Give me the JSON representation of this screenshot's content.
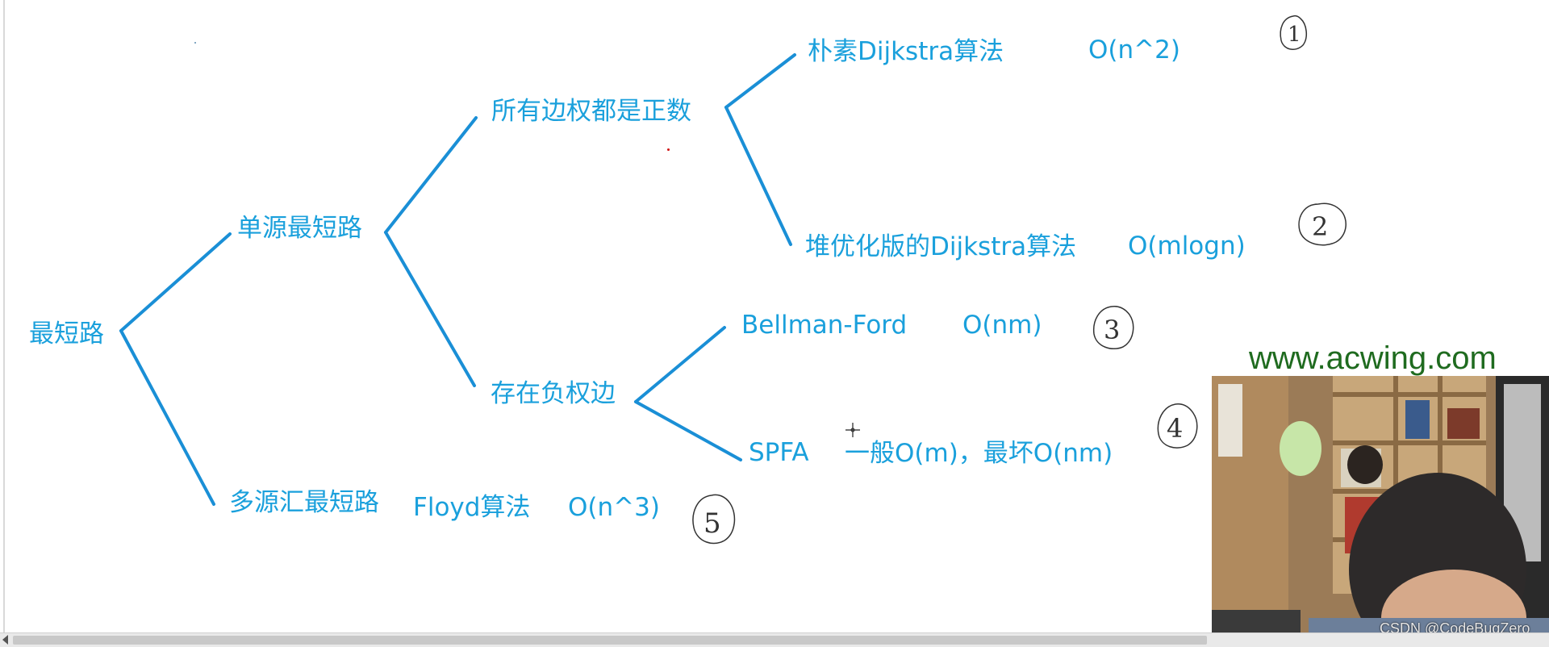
{
  "diagram": {
    "line_color": "#1a8fd6",
    "text_color": "#1aa0dc",
    "nodes": {
      "root": "最短路",
      "single_source": "单源最短路",
      "multi_source": "多源汇最短路",
      "all_positive": "所有边权都是正数",
      "negative_exists": "存在负权边",
      "naive_dijkstra": "朴素Dijkstra算法",
      "heap_dijkstra": "堆优化版的Dijkstra算法",
      "bellman_ford": "Bellman-Ford",
      "spfa": "SPFA",
      "floyd": "Floyd算法"
    },
    "complexities": {
      "naive_dijkstra": "O(n^2)",
      "heap_dijkstra": "O(mlogn)",
      "bellman_ford": "O(nm)",
      "spfa": "一般O(m)，最坏O(nm)",
      "floyd": "O(n^3)"
    },
    "circled_numbers": [
      "1",
      "2",
      "3",
      "4",
      "5"
    ]
  },
  "watermark": {
    "text": "www.acwing.com",
    "color": "#1f6b1f"
  },
  "webcam": {
    "credit": "CSDN @CodeBugZero"
  }
}
